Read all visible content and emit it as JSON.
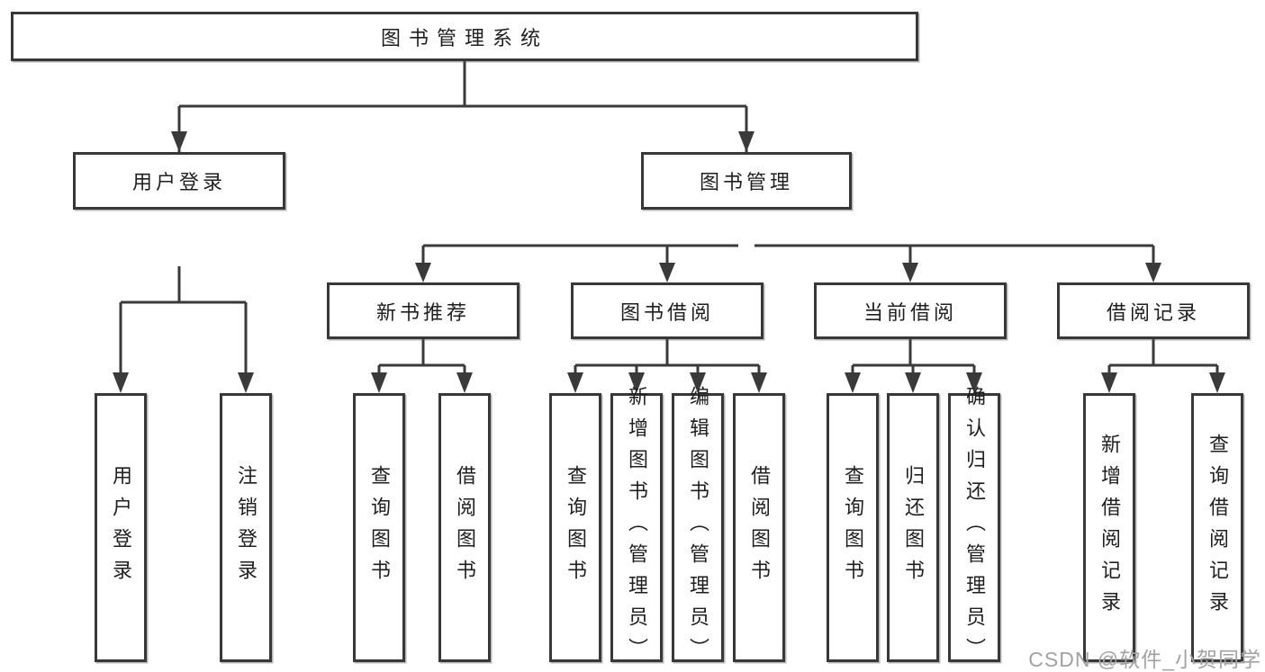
{
  "colors": {
    "line_ink": "#3a3a3a",
    "box_border": "#383838",
    "box_fill": "#ffffff",
    "text": "#1f1f1f",
    "watermark_gray": "#a2a2a2"
  },
  "diagram": {
    "root": {
      "label": "图书管理系统"
    },
    "user_branch": {
      "label": "用户登录",
      "children": [
        {
          "label": "用户登录"
        },
        {
          "label": "注销登录"
        }
      ]
    },
    "book_branch": {
      "label": "图书管理",
      "modules": [
        {
          "label": "新书推荐",
          "children": [
            {
              "label": "查询图书"
            },
            {
              "label": "借阅图书"
            }
          ]
        },
        {
          "label": "图书借阅",
          "children": [
            {
              "label": "查询图书"
            },
            {
              "label": "新增图书（管理员）"
            },
            {
              "label": "编辑图书（管理员）"
            },
            {
              "label": "借阅图书"
            }
          ]
        },
        {
          "label": "当前借阅",
          "children": [
            {
              "label": "查询图书"
            },
            {
              "label": "归还图书"
            },
            {
              "label": "确认归还（管理员）"
            }
          ]
        },
        {
          "label": "借阅记录",
          "children": [
            {
              "label": "新增借阅记录"
            },
            {
              "label": "查询借阅记录"
            }
          ]
        }
      ]
    },
    "watermark": "CSDN @软件_小贺同学"
  }
}
